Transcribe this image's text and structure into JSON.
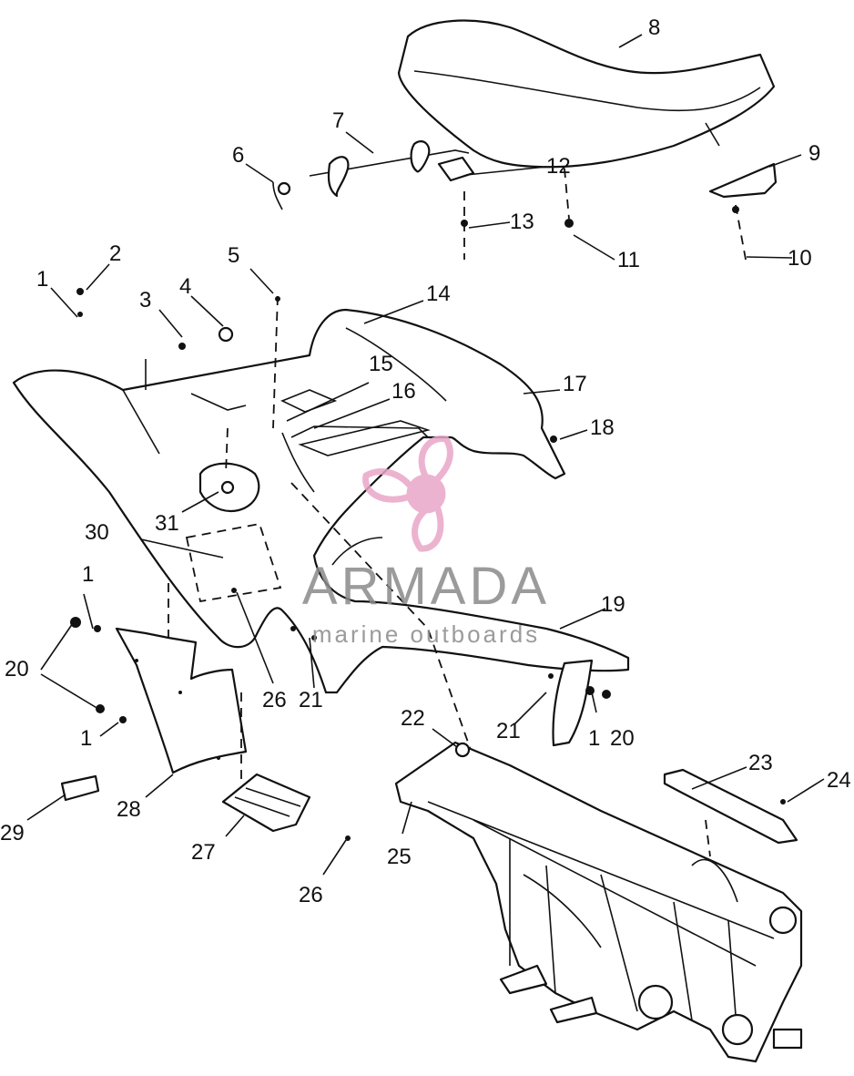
{
  "labels": {
    "l1a": "1",
    "l2": "2",
    "l3": "3",
    "l4": "4",
    "l5": "5",
    "l6": "6",
    "l7": "7",
    "l8": "8",
    "l9": "9",
    "l10": "10",
    "l11": "11",
    "l12": "12",
    "l13": "13",
    "l14": "14",
    "l15": "15",
    "l16": "16",
    "l17": "17",
    "l18": "18",
    "l19": "19",
    "l1b": "1",
    "l20a": "20",
    "l21a": "21",
    "l22": "22",
    "l21b": "21",
    "l1c": "1",
    "l20b": "20",
    "l23": "23",
    "l24": "24",
    "l25": "25",
    "l26a": "26",
    "l30": "30",
    "l31": "31",
    "l29": "29",
    "l28": "28",
    "l27": "27",
    "l26b": "26",
    "l1d": "1"
  },
  "watermark": {
    "brand": "ARMADA",
    "tagline": "marine outboards",
    "logo_color": "#e9a6c8",
    "text_color": "#8a8a8a"
  }
}
